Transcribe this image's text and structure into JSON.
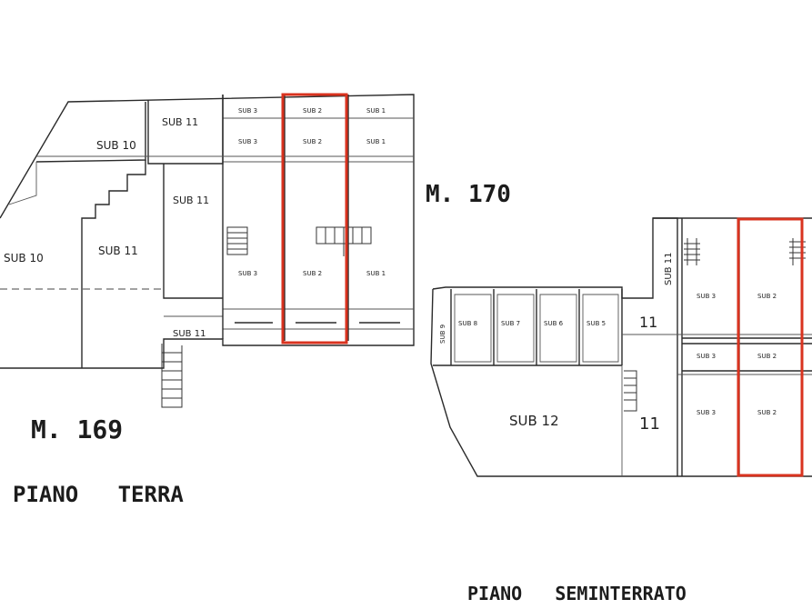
{
  "plan_left": {
    "parcel_label": "M. 169",
    "floor_label": "PIANO   TERRA",
    "units": {
      "sub10_upper": "SUB 10",
      "sub11_top": "SUB 11",
      "sub10_main": "SUB 10",
      "sub11_main": "SUB 11",
      "sub11_mid": "SUB 11",
      "sub11_bottom": "SUB 11",
      "row1_a": "SUB 3",
      "row1_b": "SUB 2",
      "row1_c": "SUB 1",
      "row2_a": "SUB 3",
      "row2_b": "SUB 2",
      "row2_c": "SUB 1",
      "garage_a": "SUB 3",
      "garage_b": "SUB 2",
      "garage_c": "SUB 1"
    }
  },
  "plan_right": {
    "parcel_label": "M. 170",
    "floor_label": "PIANO   SEMINTERRATO",
    "units": {
      "box_narrow": "SUB 9",
      "box_8": "SUB 8",
      "box_7": "SUB 7",
      "box_6": "SUB 6",
      "box_5": "SUB 5",
      "small_11": "11",
      "vertical_11": "SUB 11",
      "big_12": "SUB 12",
      "lower_11": "11",
      "cel_a": "SUB 3",
      "cel_b": "SUB 2",
      "mid_a": "SUB 3",
      "mid_b": "SUB 2",
      "low_a": "SUB 3",
      "low_b": "SUB 2"
    }
  },
  "highlight_color": "#d9331f"
}
